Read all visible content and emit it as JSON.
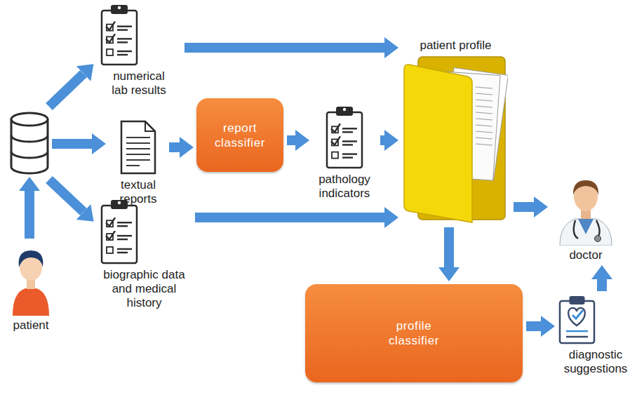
{
  "diagram": {
    "nodes": [
      {
        "text": [
          "numerical lab results"
        ]
      },
      {
        "text": [
          "patient profile"
        ]
      },
      {
        "text": [
          "textual reports"
        ]
      },
      {
        "text": [
          "report classifier"
        ]
      },
      {
        "text": [
          "pathology indicators"
        ]
      },
      {
        "text": [
          "doctor"
        ]
      },
      {
        "text": [
          "biographic data and medical history"
        ]
      },
      {
        "text": [
          "patient"
        ]
      },
      {
        "text": [
          "profile classifier"
        ]
      },
      {
        "text": [
          "diagnostic suggestions"
        ]
      }
    ],
    "edges": [
      {
        "from": 0,
        "to": 1,
        "arrow": "to"
      },
      {
        "from": 2,
        "to": 3,
        "arrow": "to"
      },
      {
        "from": 3,
        "to": 4,
        "arrow": "to"
      },
      {
        "from": 4,
        "to": 1,
        "arrow": "to"
      },
      {
        "from": 6,
        "to": 1,
        "arrow": "to"
      },
      {
        "from": 1,
        "to": 5,
        "arrow": "to"
      },
      {
        "from": 1,
        "to": 8,
        "arrow": "to"
      },
      {
        "from": 8,
        "to": 9,
        "arrow": "to"
      },
      {
        "from": 9,
        "to": 5,
        "arrow": "to"
      }
    ]
  }
}
